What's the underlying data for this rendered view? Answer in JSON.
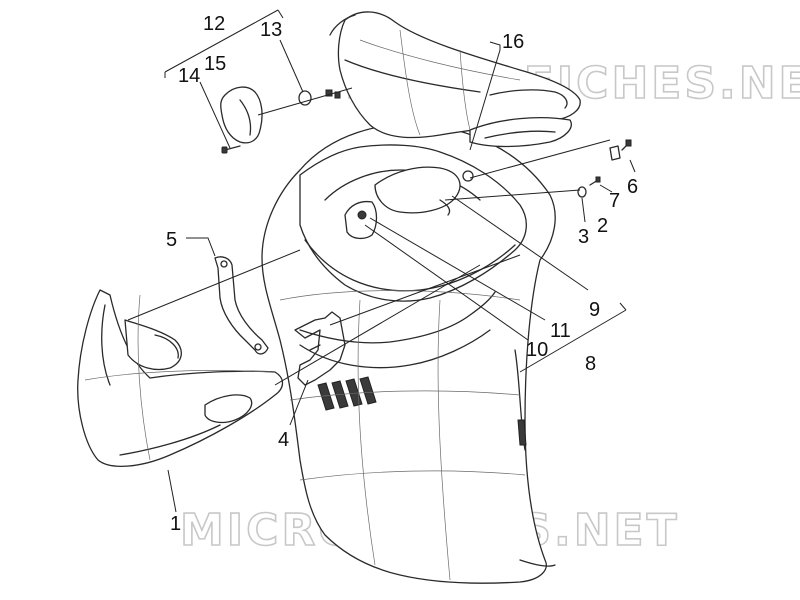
{
  "watermark": {
    "text": "MICROFICHES.NET"
  },
  "callouts": [
    {
      "id": "12",
      "label": "12"
    },
    {
      "id": "13",
      "label": "13"
    },
    {
      "id": "15",
      "label": "15"
    },
    {
      "id": "14",
      "label": "14"
    },
    {
      "id": "16",
      "label": "16"
    },
    {
      "id": "6",
      "label": "6"
    },
    {
      "id": "7",
      "label": "7"
    },
    {
      "id": "2",
      "label": "2"
    },
    {
      "id": "3",
      "label": "3"
    },
    {
      "id": "5",
      "label": "5"
    },
    {
      "id": "9",
      "label": "9"
    },
    {
      "id": "11",
      "label": "11"
    },
    {
      "id": "10",
      "label": "10"
    },
    {
      "id": "8",
      "label": "8"
    },
    {
      "id": "4",
      "label": "4"
    },
    {
      "id": "1",
      "label": "1"
    }
  ]
}
